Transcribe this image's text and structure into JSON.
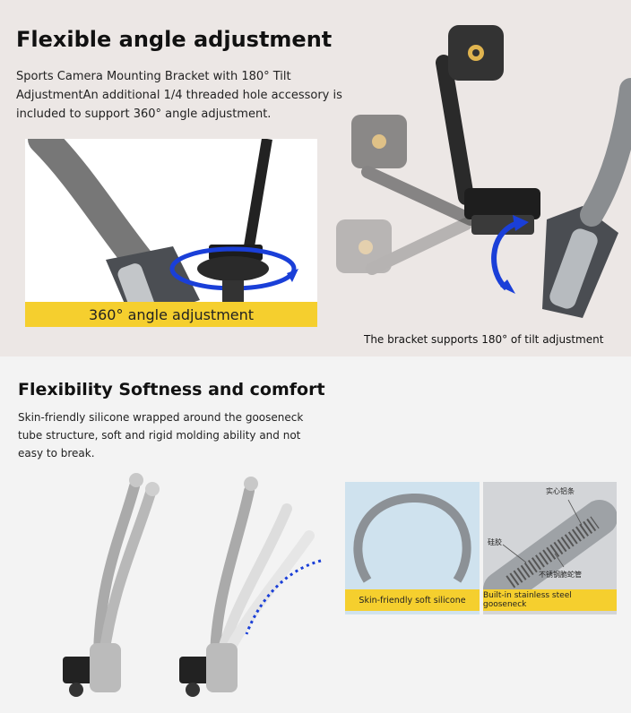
{
  "section1": {
    "title": "Flexible angle adjustment",
    "description": "Sports Camera Mounting Bracket with 180° Tilt AdjustmentAn additional 1/4 threaded hole accessory is included to support 360° angle adjustment.",
    "inset_label": "360° angle adjustment",
    "tilt_caption": "The bracket supports 180° of tilt adjustment"
  },
  "section2": {
    "title": "Flexibility Softness and comfort",
    "description": "Skin-friendly silicone wrapped around the gooseneck tube structure, soft and rigid molding ability and not easy to break.",
    "panel_left_label": "Skin-friendly soft silicone",
    "panel_right_label": "Built-in stainless steel gooseneck",
    "callout_top": "实心铝条",
    "callout_mid": "硅胶",
    "callout_bottom": "不锈钢脆蛇管"
  },
  "colors": {
    "accent_yellow": "#f5cf2e",
    "arrow_blue": "#1a3fd8"
  }
}
